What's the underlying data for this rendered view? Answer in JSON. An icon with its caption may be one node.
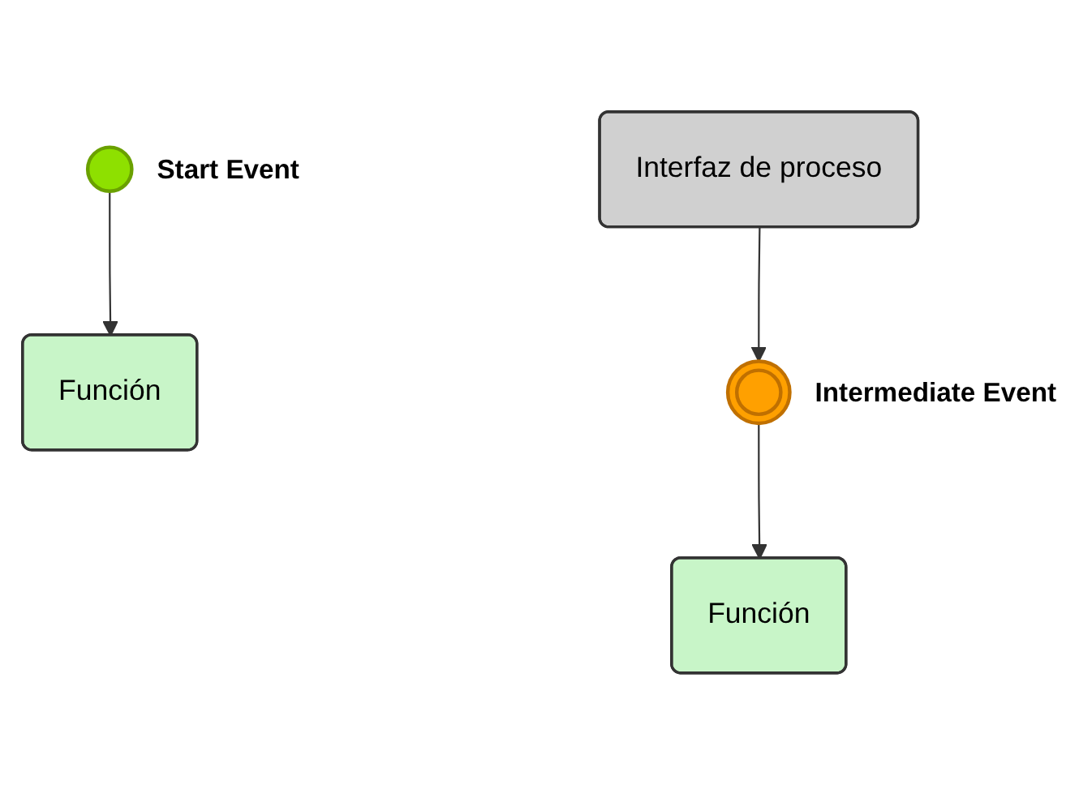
{
  "diagram": {
    "nodes": [
      {
        "text": [],
        "shape": "circle",
        "beside": [
          "Start Event"
        ]
      },
      {
        "text": [
          "Función"
        ]
      },
      {
        "text": [
          "Interfaz de proceso"
        ]
      },
      {
        "text": [],
        "shape": "circle",
        "beside": [
          "Intermediate Event"
        ]
      },
      {
        "text": [
          "Función"
        ]
      }
    ],
    "edges": [
      {
        "from": 0,
        "to": 1,
        "arrow": "to"
      },
      {
        "from": 2,
        "to": 3,
        "arrow": "to"
      },
      {
        "from": 3,
        "to": 4,
        "arrow": "to"
      }
    ]
  }
}
